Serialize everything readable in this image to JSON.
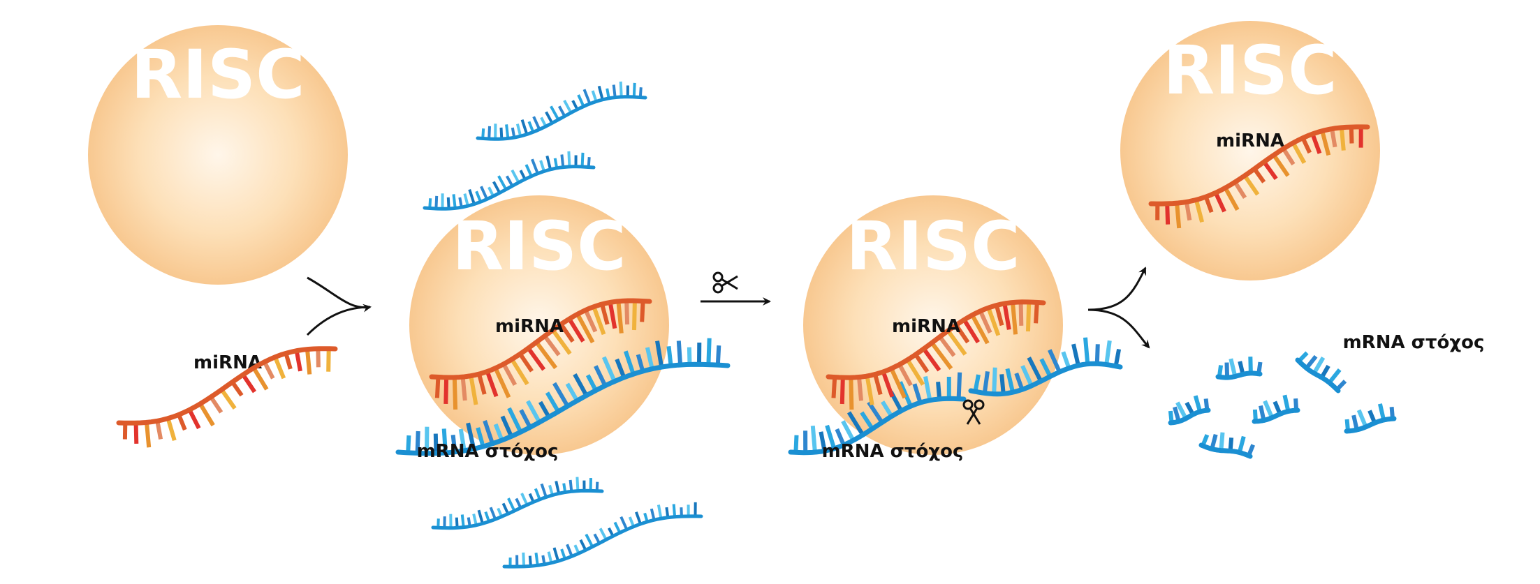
{
  "labels": {
    "risc": "RISC",
    "mirna": "miRNA",
    "mrna_target": "mRNA στόχος"
  },
  "colors": {
    "risc_center": "#fff6ea",
    "risc_edge": "#f8c890",
    "mirna_backbone": "#dd5a2a",
    "mirna_bases": [
      "#dd5a2a",
      "#e8922e",
      "#f0b23c",
      "#e2332d",
      "#e38a63"
    ],
    "mrna_backbone": "#1a8fd2",
    "mrna_bases": [
      "#2aa7e0",
      "#1777bd",
      "#58c5ef",
      "#2e86cf"
    ],
    "arrow": "#111111"
  },
  "icons": [
    "scissors-icon",
    "arrow-icon"
  ]
}
